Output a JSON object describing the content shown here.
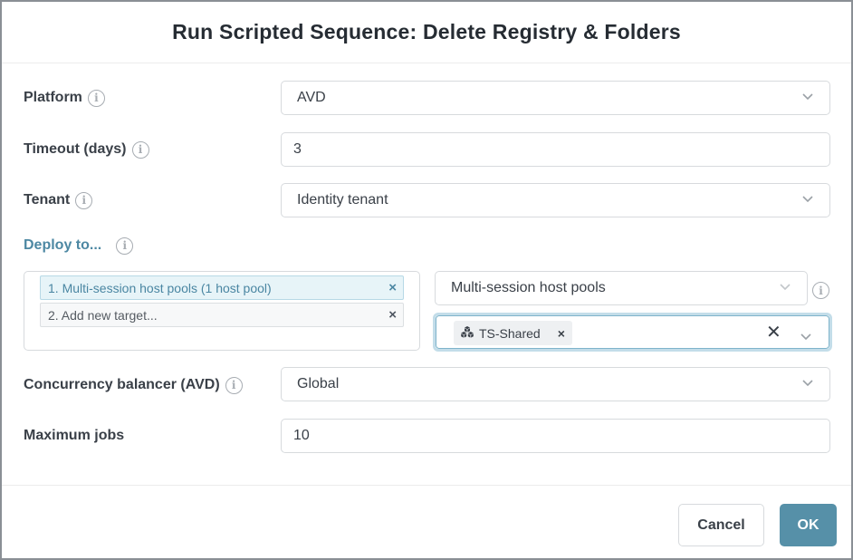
{
  "dialog": {
    "title": "Run Scripted Sequence: Delete Registry & Folders"
  },
  "form": {
    "platform": {
      "label": "Platform",
      "value": "AVD"
    },
    "timeout": {
      "label": "Timeout (days)",
      "value": "3"
    },
    "tenant": {
      "label": "Tenant",
      "value": "Identity tenant"
    },
    "deploy": {
      "label": "Deploy to...",
      "targets": [
        {
          "text": "1. Multi-session host pools (1 host pool)",
          "remove": "×"
        },
        {
          "text": "2. Add new target...",
          "remove": "×"
        }
      ],
      "target_type": "Multi-session host pools",
      "selected_pools": [
        {
          "text": "TS-Shared",
          "icon": "host-pool-icon",
          "remove": "×"
        }
      ],
      "clear_glyph": "✕"
    },
    "concurrency": {
      "label": "Concurrency balancer (AVD)",
      "value": "Global"
    },
    "max_jobs": {
      "label": "Maximum jobs",
      "value": "10"
    }
  },
  "footer": {
    "cancel_label": "Cancel",
    "ok_label": "OK"
  },
  "colors": {
    "accent": "#5690a8",
    "active_target_bg": "#e7f4f8",
    "border": "#d7dadd"
  }
}
